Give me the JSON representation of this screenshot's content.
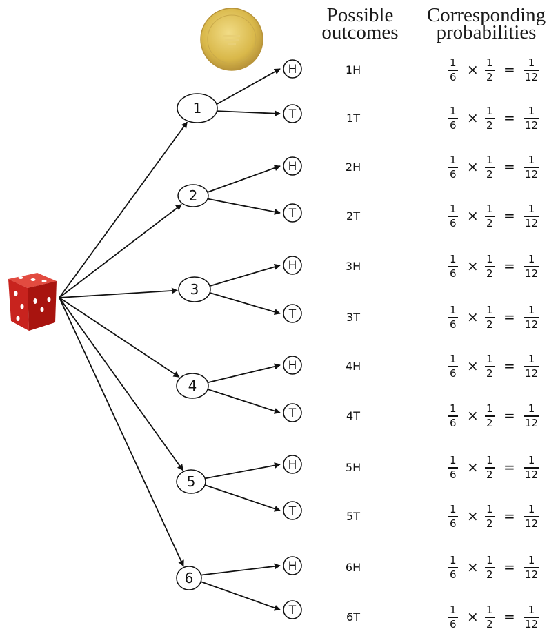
{
  "headers": {
    "outcomes": [
      "Possible",
      "outcomes"
    ],
    "probabilities": [
      "Corresponding",
      "probabilities"
    ]
  },
  "die_faces": [
    "1",
    "2",
    "3",
    "4",
    "5",
    "6"
  ],
  "coin_sides": [
    "H",
    "T"
  ],
  "outcomes": [
    "1H",
    "1T",
    "2H",
    "2T",
    "3H",
    "3T",
    "4H",
    "4T",
    "5H",
    "5T",
    "6H",
    "6T"
  ],
  "probability": {
    "die": {
      "num": "1",
      "den": "6"
    },
    "coin": {
      "num": "1",
      "den": "2"
    },
    "result": {
      "num": "1",
      "den": "12"
    },
    "times": "×",
    "equals": "="
  },
  "colors": {
    "die": "#c8231e",
    "coin": "#d9b84a",
    "ink": "#111111"
  }
}
